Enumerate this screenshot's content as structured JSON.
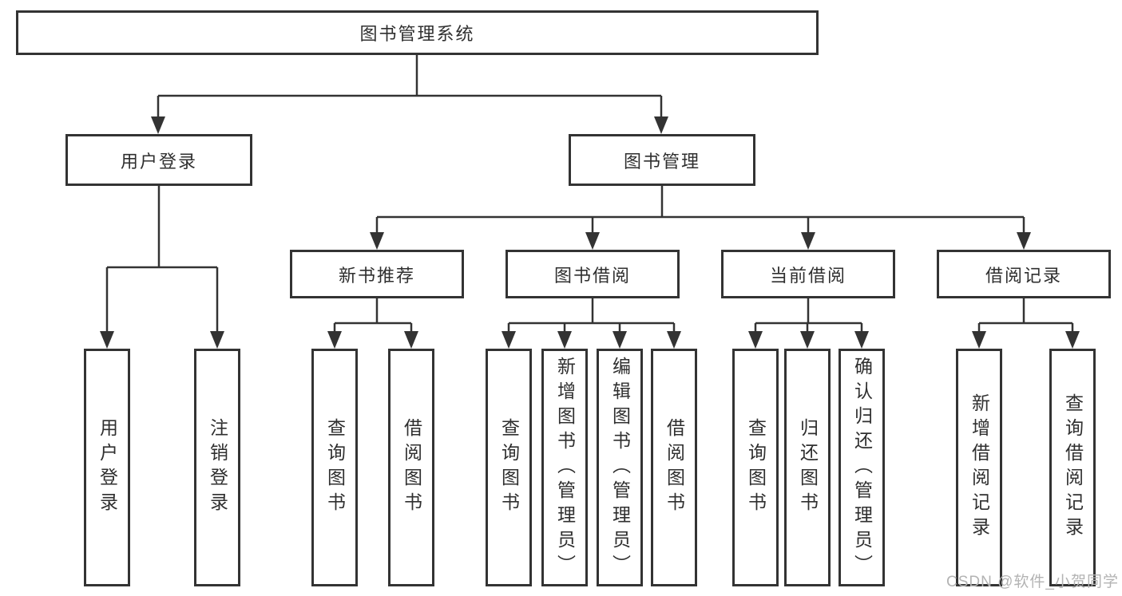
{
  "colors": {
    "line": "#333333",
    "text": "#2f2f2f",
    "watermark": "#b3b3b3",
    "background": "#ffffff"
  },
  "watermark": {
    "text": "CSDN @软件_小贺同学"
  },
  "tree": {
    "root": {
      "label": "图书管理系统"
    },
    "branches": [
      {
        "label": "用户登录",
        "children": [
          {
            "label": "用户登录"
          },
          {
            "label": "注销登录"
          }
        ]
      },
      {
        "label": "图书管理",
        "groups": [
          {
            "label": "新书推荐",
            "children": [
              {
                "label": "查询图书"
              },
              {
                "label": "借阅图书"
              }
            ]
          },
          {
            "label": "图书借阅",
            "children": [
              {
                "label": "查询图书"
              },
              {
                "label": "新增图书（管理员）"
              },
              {
                "label": "编辑图书（管理员）"
              },
              {
                "label": "借阅图书"
              }
            ]
          },
          {
            "label": "当前借阅",
            "children": [
              {
                "label": "查询图书"
              },
              {
                "label": "归还图书"
              },
              {
                "label": "确认归还（管理员）"
              }
            ]
          },
          {
            "label": "借阅记录",
            "children": [
              {
                "label": "新增借阅记录"
              },
              {
                "label": "查询借阅记录"
              }
            ]
          }
        ]
      }
    ]
  }
}
